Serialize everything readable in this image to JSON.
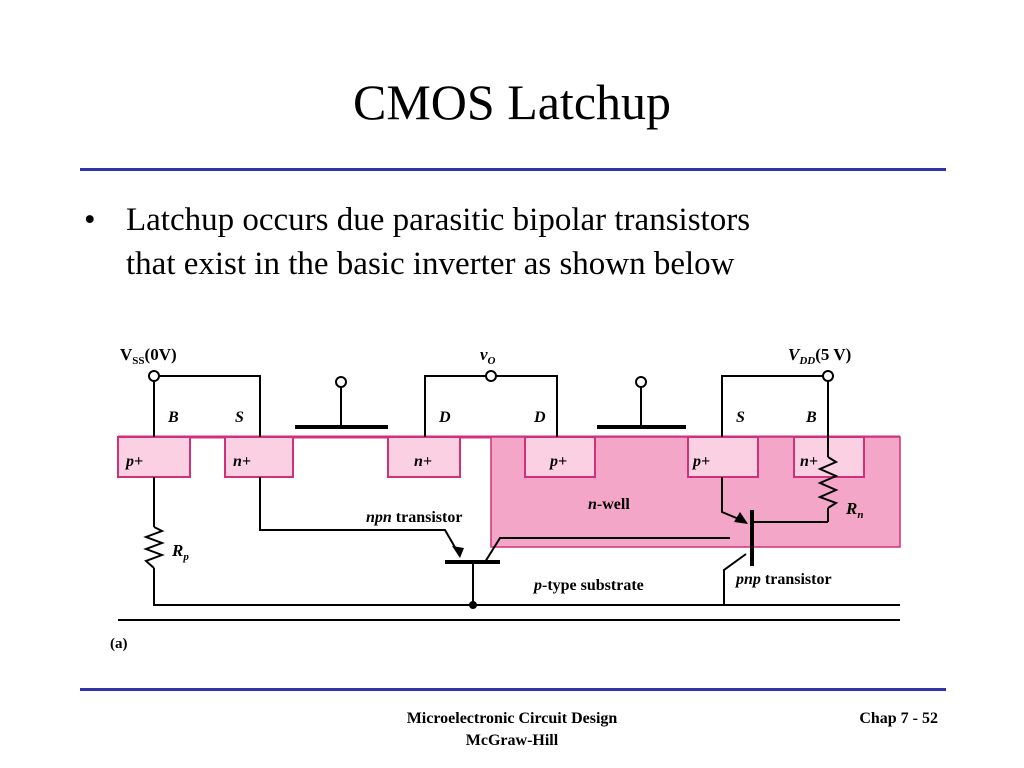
{
  "slide": {
    "title": "CMOS Latchup",
    "bullets": [
      {
        "line1": "Latchup occurs due parasitic bipolar transistors",
        "line2": "that exist in the basic inverter as shown below"
      }
    ]
  },
  "diagram": {
    "vss_label": "V",
    "vss_sub": "SS",
    "vss_value": "(0V)",
    "vdd_label": "V",
    "vdd_sub": "DD",
    "vdd_value": "(5 V)",
    "vo_label": "v",
    "vo_sub": "O",
    "terminal_b_left": "B",
    "terminal_s_left": "S",
    "terminal_d_left": "D",
    "terminal_d_right": "D",
    "terminal_s_right": "S",
    "terminal_b_right": "B",
    "region_p_plus_1": "p+",
    "region_n_plus_1": "n+",
    "region_n_plus_2": "n+",
    "region_p_plus_2": "p+",
    "region_p_plus_3": "p+",
    "region_n_plus_3": "n+",
    "nwell_italic": "n",
    "nwell_rest": "-well",
    "substrate_italic": "p",
    "substrate_rest": "-type substrate",
    "npn_italic": "npn",
    "npn_rest": " transistor",
    "pnp_italic": "pnp",
    "pnp_rest": " transistor",
    "rp_label": "R",
    "rp_sub": "p",
    "rn_label": "R",
    "rn_sub": "n",
    "caption": "(a)",
    "colors": {
      "well": "#f4a6c8",
      "diffusion": "#fbd0e2",
      "outline": "#d2307a",
      "wire": "#000000"
    }
  },
  "footer": {
    "center_line1": "Microelectronic Circuit Design",
    "center_line2": "McGraw-Hill",
    "right": "Chap 7 - 52"
  }
}
